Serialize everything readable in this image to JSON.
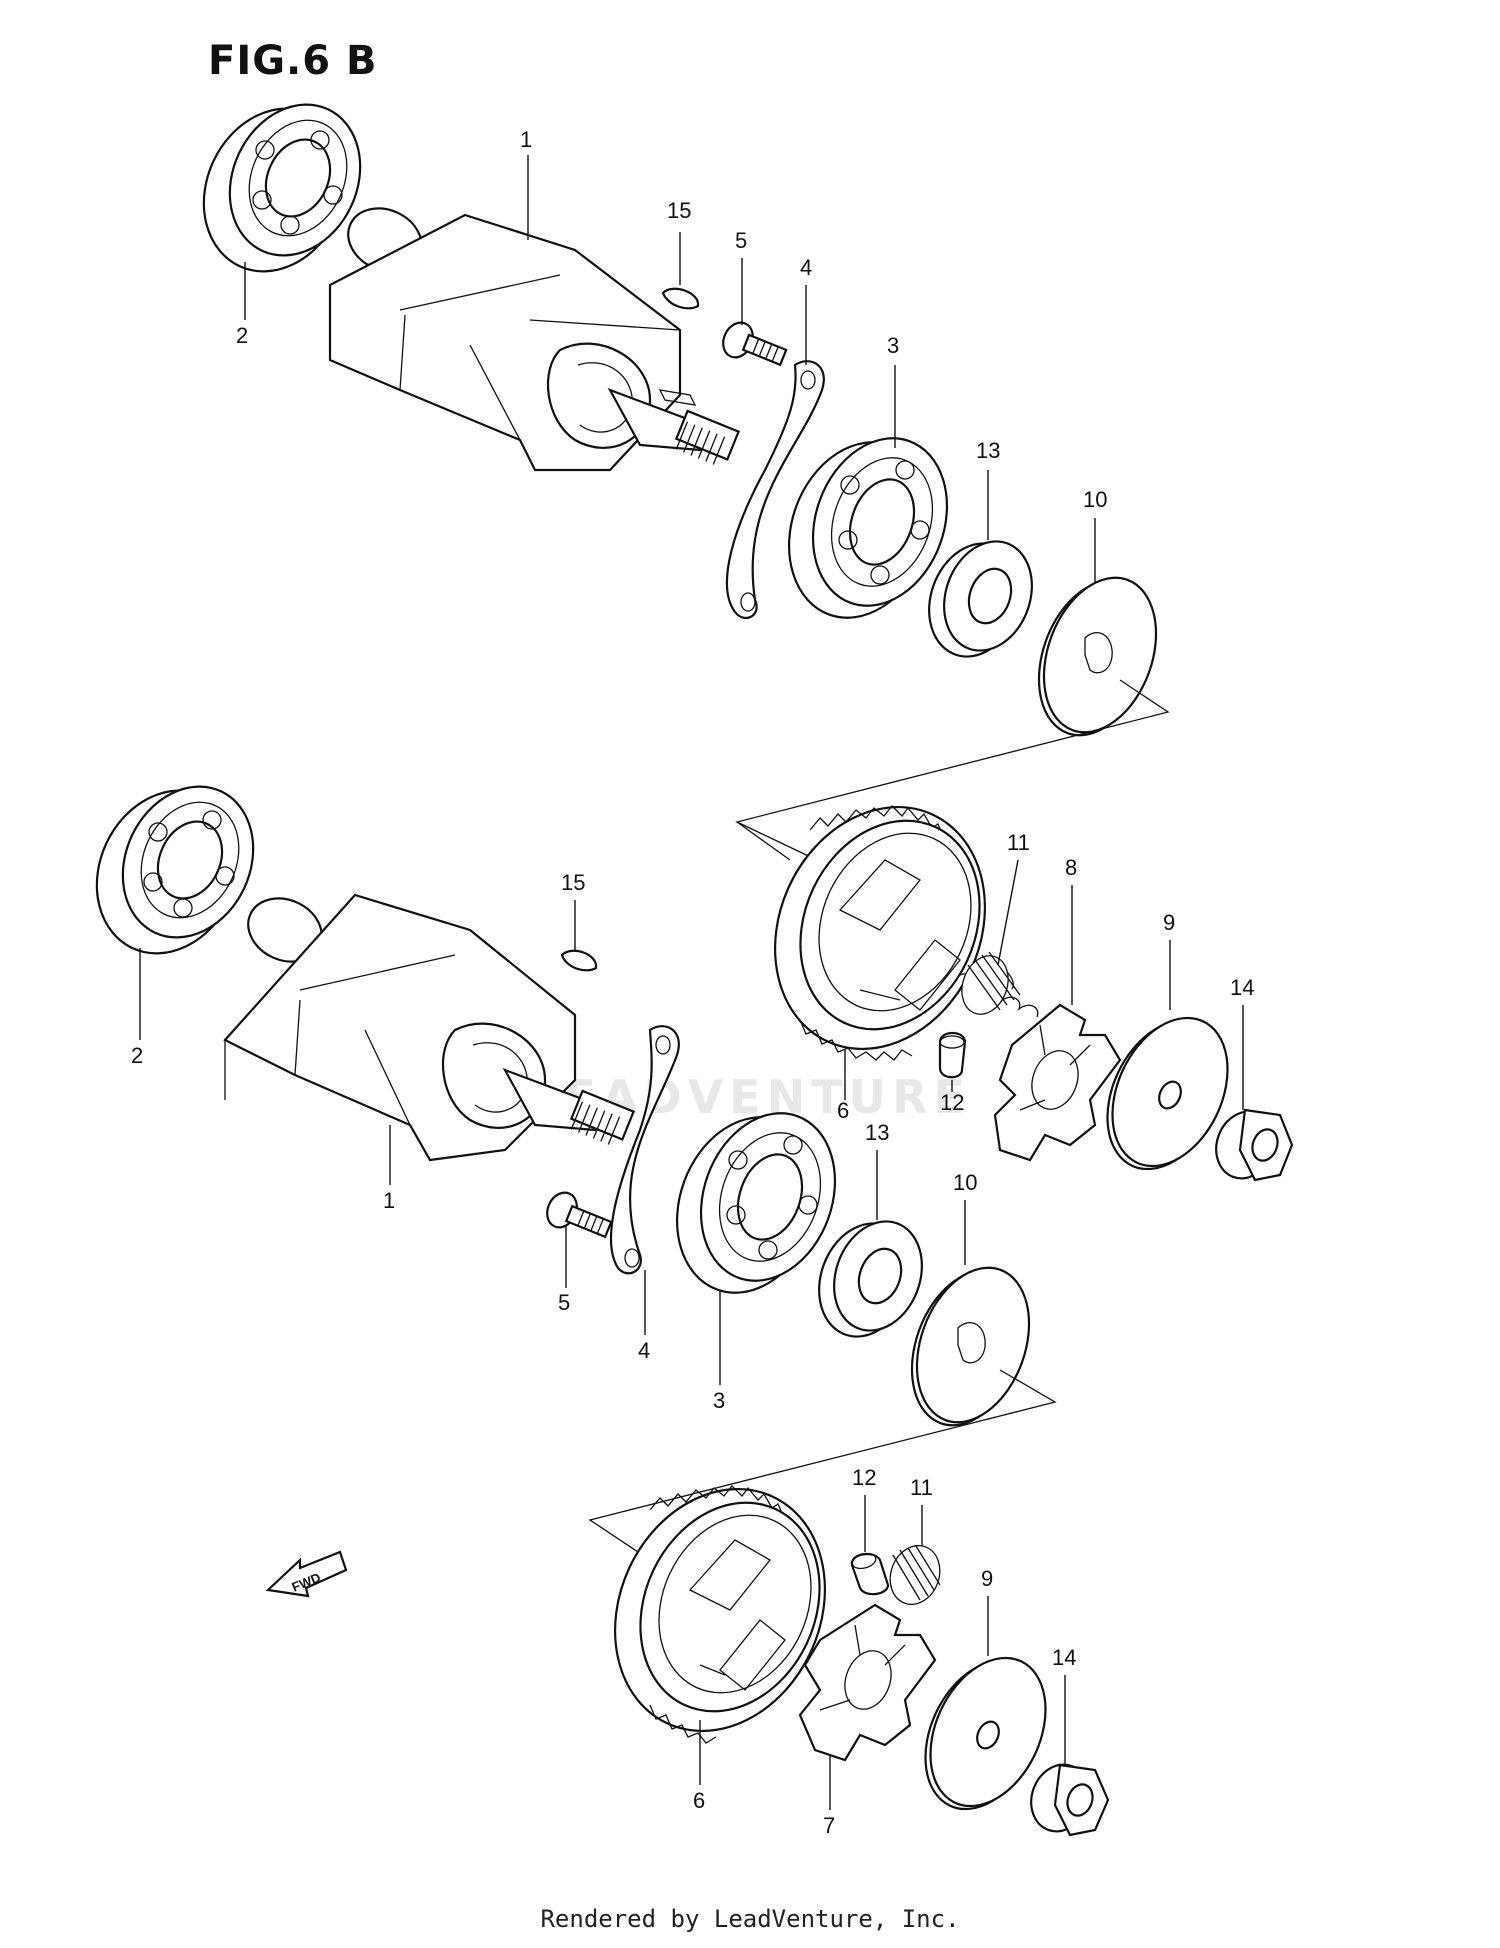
{
  "figure": {
    "title": "FIG.6 B",
    "footer": "Rendered by LeadVenture, Inc.",
    "watermark": "LEADVENTURE"
  },
  "upper_assembly": {
    "callouts": [
      {
        "id": "u1",
        "label": "1"
      },
      {
        "id": "u2",
        "label": "2"
      },
      {
        "id": "u15",
        "label": "15"
      },
      {
        "id": "u5",
        "label": "5"
      },
      {
        "id": "u4",
        "label": "4"
      },
      {
        "id": "u3",
        "label": "3"
      },
      {
        "id": "u13",
        "label": "13"
      },
      {
        "id": "u10",
        "label": "10"
      },
      {
        "id": "u11",
        "label": "11"
      },
      {
        "id": "u8",
        "label": "8"
      },
      {
        "id": "u9",
        "label": "9"
      },
      {
        "id": "u14",
        "label": "14"
      },
      {
        "id": "u6",
        "label": "6"
      },
      {
        "id": "u12",
        "label": "12"
      }
    ]
  },
  "lower_assembly": {
    "callouts": [
      {
        "id": "l2",
        "label": "2"
      },
      {
        "id": "l15",
        "label": "15"
      },
      {
        "id": "l1",
        "label": "1"
      },
      {
        "id": "l5",
        "label": "5"
      },
      {
        "id": "l4",
        "label": "4"
      },
      {
        "id": "l3",
        "label": "3"
      },
      {
        "id": "l13",
        "label": "13"
      },
      {
        "id": "l10",
        "label": "10"
      },
      {
        "id": "l12",
        "label": "12"
      },
      {
        "id": "l11",
        "label": "11"
      },
      {
        "id": "l9",
        "label": "9"
      },
      {
        "id": "l14",
        "label": "14"
      },
      {
        "id": "l6",
        "label": "6"
      },
      {
        "id": "l7",
        "label": "7"
      }
    ]
  },
  "direction_marker": {
    "text": "FWD",
    "icon": "fwd-arrow-icon"
  }
}
